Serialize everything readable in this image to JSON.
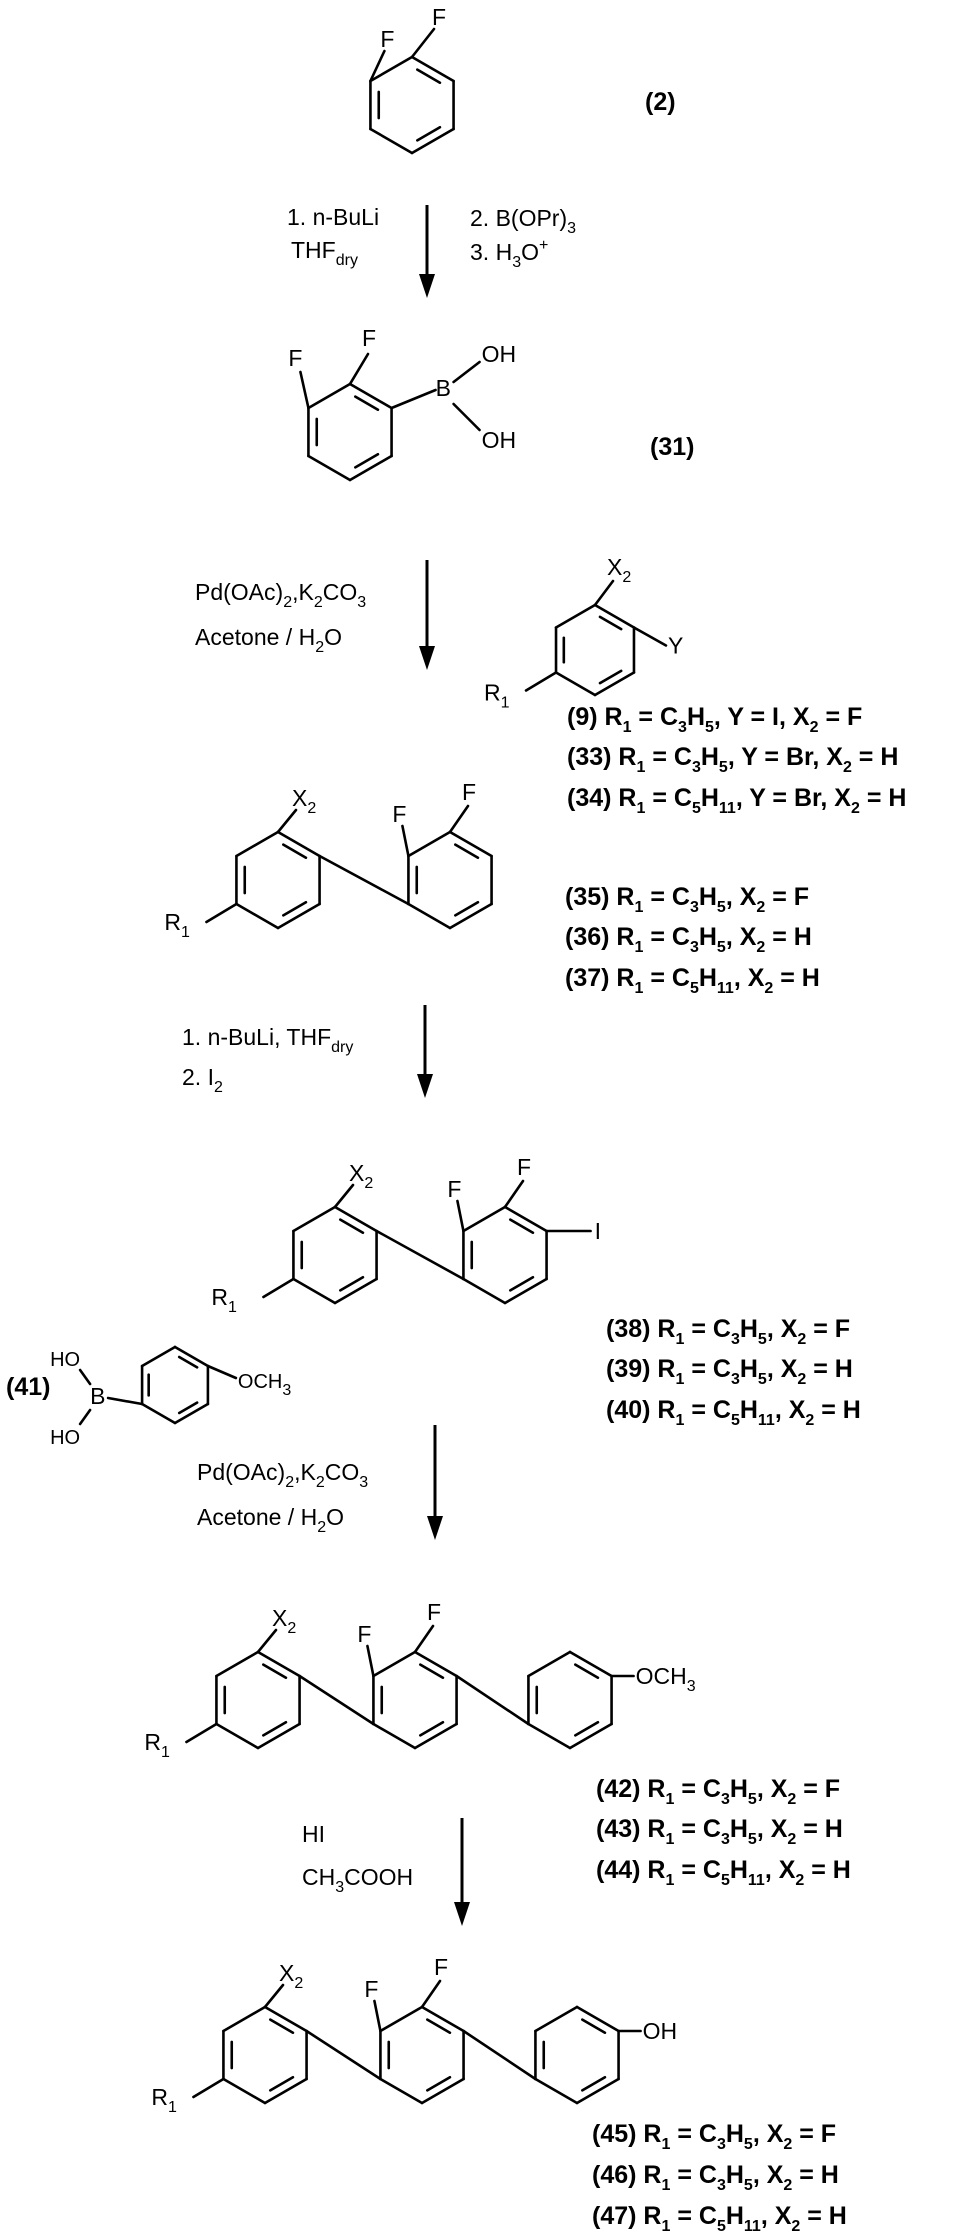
{
  "compounds": [
    {
      "label": "(2)"
    },
    {
      "label": "(31)"
    },
    {
      "label": "(9)",
      "r1": "C3H5",
      "y": "I",
      "x2": "F"
    },
    {
      "label": "(33)",
      "r1": "C3H5",
      "y": "Br",
      "x2": "H"
    },
    {
      "label": "(34)",
      "r1": "C5H11",
      "y": "Br",
      "x2": "H"
    },
    {
      "label": "(35)",
      "r1": "C3H5",
      "x2": "F"
    },
    {
      "label": "(36)",
      "r1": "C3H5",
      "x2": "H"
    },
    {
      "label": "(37)",
      "r1": "C5H11",
      "x2": "H"
    },
    {
      "label": "(38)",
      "r1": "C3H5",
      "x2": "F"
    },
    {
      "label": "(39)",
      "r1": "C3H5",
      "x2": "H"
    },
    {
      "label": "(40)",
      "r1": "C5H11",
      "x2": "H"
    },
    {
      "label": "(41)"
    },
    {
      "label": "(42)",
      "r1": "C3H5",
      "x2": "F"
    },
    {
      "label": "(43)",
      "r1": "C3H5",
      "x2": "H"
    },
    {
      "label": "(44)",
      "r1": "C5H11",
      "x2": "H"
    },
    {
      "label": "(45)",
      "r1": "C3H5",
      "x2": "F"
    },
    {
      "label": "(46)",
      "r1": "C3H5",
      "x2": "H"
    },
    {
      "label": "(47)",
      "r1": "C5H11",
      "x2": "H"
    }
  ],
  "steps": [
    {
      "left": [
        "1. n-BuLi",
        "THF_dry"
      ],
      "right": [
        "2. B(OPr)3",
        "3. H3O+"
      ]
    },
    {
      "left": [
        "Pd(OAc)2,K2CO3",
        "Acetone / H2O"
      ]
    },
    {
      "left": [
        "1. n-BuLi, THF_dry",
        "2. I2"
      ]
    },
    {
      "left": [
        "Pd(OAc)2,K2CO3",
        "Acetone / H2O"
      ]
    },
    {
      "left": [
        "HI",
        "CH3COOH"
      ]
    }
  ],
  "atoms": {
    "f": "F",
    "oh": "OH",
    "b": "B",
    "ho": "HO",
    "i": "I",
    "y": "Y",
    "r": "R",
    "r_sub": "1",
    "x": "X",
    "x_sub": "2",
    "och3": "OCH3",
    "och3_o": "OCH",
    "och3_sub": "3"
  }
}
